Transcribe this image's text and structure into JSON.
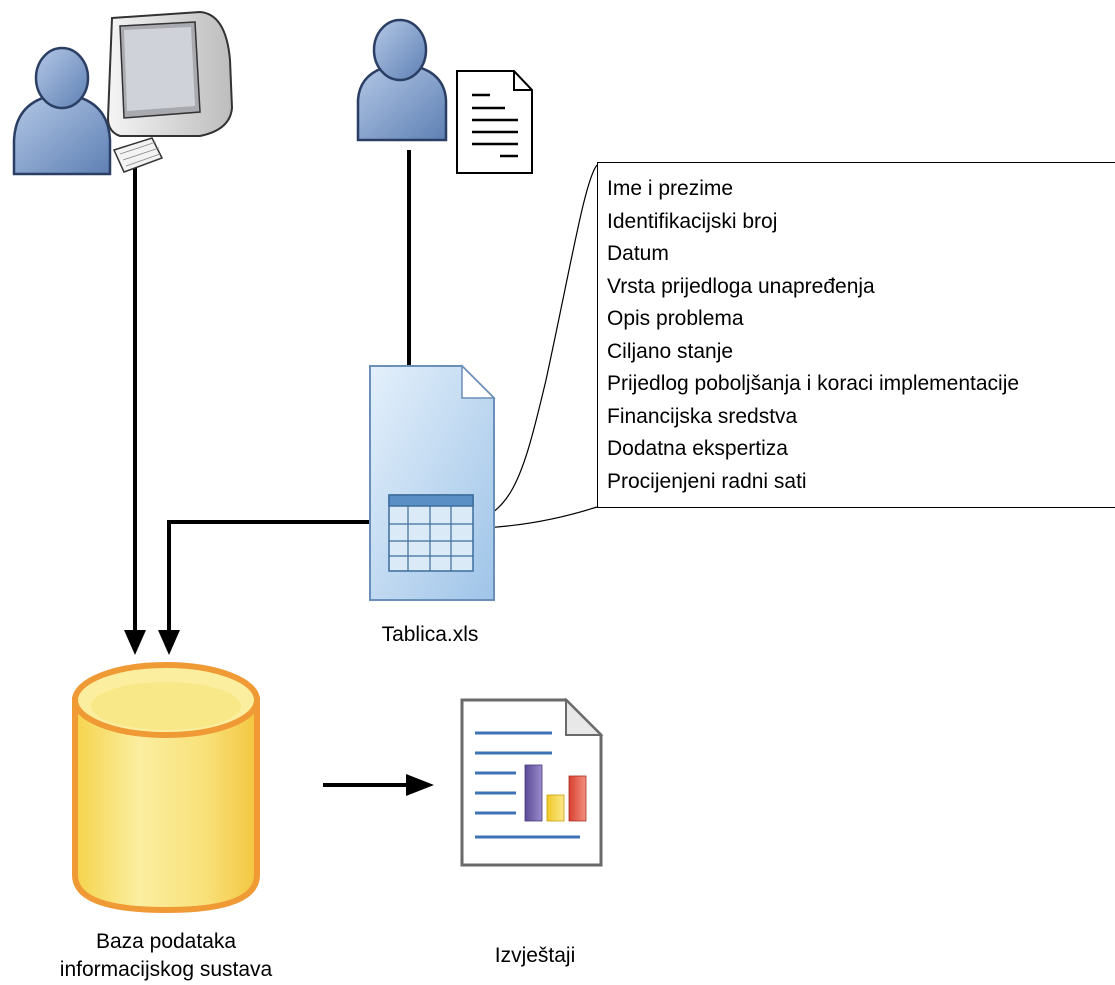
{
  "labels": {
    "spreadsheet": "Tablica.xls",
    "database_line1": "Baza podataka",
    "database_line2": "informacijskog sustava",
    "reports": "Izvještaji"
  },
  "spreadsheet_fields": [
    "Ime i prezime",
    "Identifikacijski broj",
    "Datum",
    "Vrsta prijedloga unapređenja",
    "Opis problema",
    "Ciljano stanje",
    "Prijedlog poboljšanja i koraci implementacije",
    "Financijska sredstva",
    "Dodatna ekspertiza",
    "Procijenjeni radni sati"
  ],
  "icons": {
    "computer_user": "user-at-computer-icon",
    "document_user": "user-with-document-icon",
    "spreadsheet": "spreadsheet-file-icon",
    "database": "database-cylinder-icon",
    "report": "report-document-icon"
  },
  "colors": {
    "user_blue": "#7d9ccb",
    "spreadsheet_blue": "#b9d7f0",
    "database_orange": "#f0a040",
    "database_yellow": "#f8e27a",
    "report_bar_purple": "#7b6bb0",
    "report_bar_yellow": "#f7d94c",
    "report_bar_red": "#e55a4a"
  }
}
